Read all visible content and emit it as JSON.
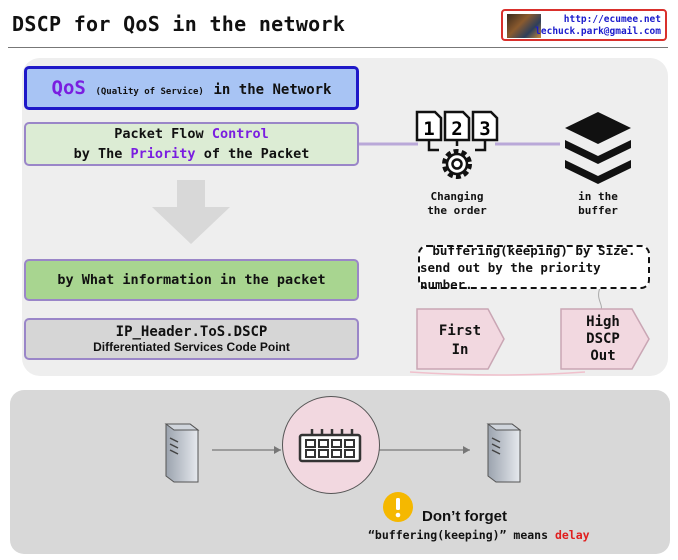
{
  "header": {
    "title": "DSCP for QoS in the network",
    "url": "http://ecumee.net",
    "email": "lechuck.park@gmail.com"
  },
  "left": {
    "qos_big": "QoS",
    "qos_small": "(Quality of Service)",
    "qos_rest": "in the Network",
    "pf_line1_pre": "Packet Flow ",
    "pf_line1_hl": "Control",
    "pf_line2_pre": "by The ",
    "pf_line2_hl": "Priority",
    "pf_line2_post": " of the Packet",
    "what": "by What information in the packet",
    "ip_field": "IP_Header.ToS.DSCP",
    "ip_desc": "Differentiated Services Code Point"
  },
  "right": {
    "order_caption_1": "Changing",
    "order_caption_2": "the order",
    "buffer_caption_1": "in the",
    "buffer_caption_2": "buffer",
    "buffering_line1": "buffering(keeping) by Size.",
    "buffering_line2": "send out by the priority number.",
    "first_in_1": "First",
    "first_in_2": "In",
    "high_1": "High",
    "high_2": "DSCP",
    "high_3": "Out",
    "order_icon_labels": [
      "1",
      "2",
      "3"
    ]
  },
  "bottom": {
    "dont_forget": "Don’t forget",
    "means_pre": "“buffering(keeping)” means ",
    "means_red": "delay"
  },
  "colors": {
    "qos_fill": "#a8c4f4",
    "qos_border": "#1e18c8",
    "accent_purple": "#7a1ee0",
    "flow_fill": "#dcecd4",
    "what_fill": "#a8d590",
    "pentagon_fill": "#f2d8e0",
    "warning": "#f5b800",
    "delay_red": "#e01e1e"
  }
}
